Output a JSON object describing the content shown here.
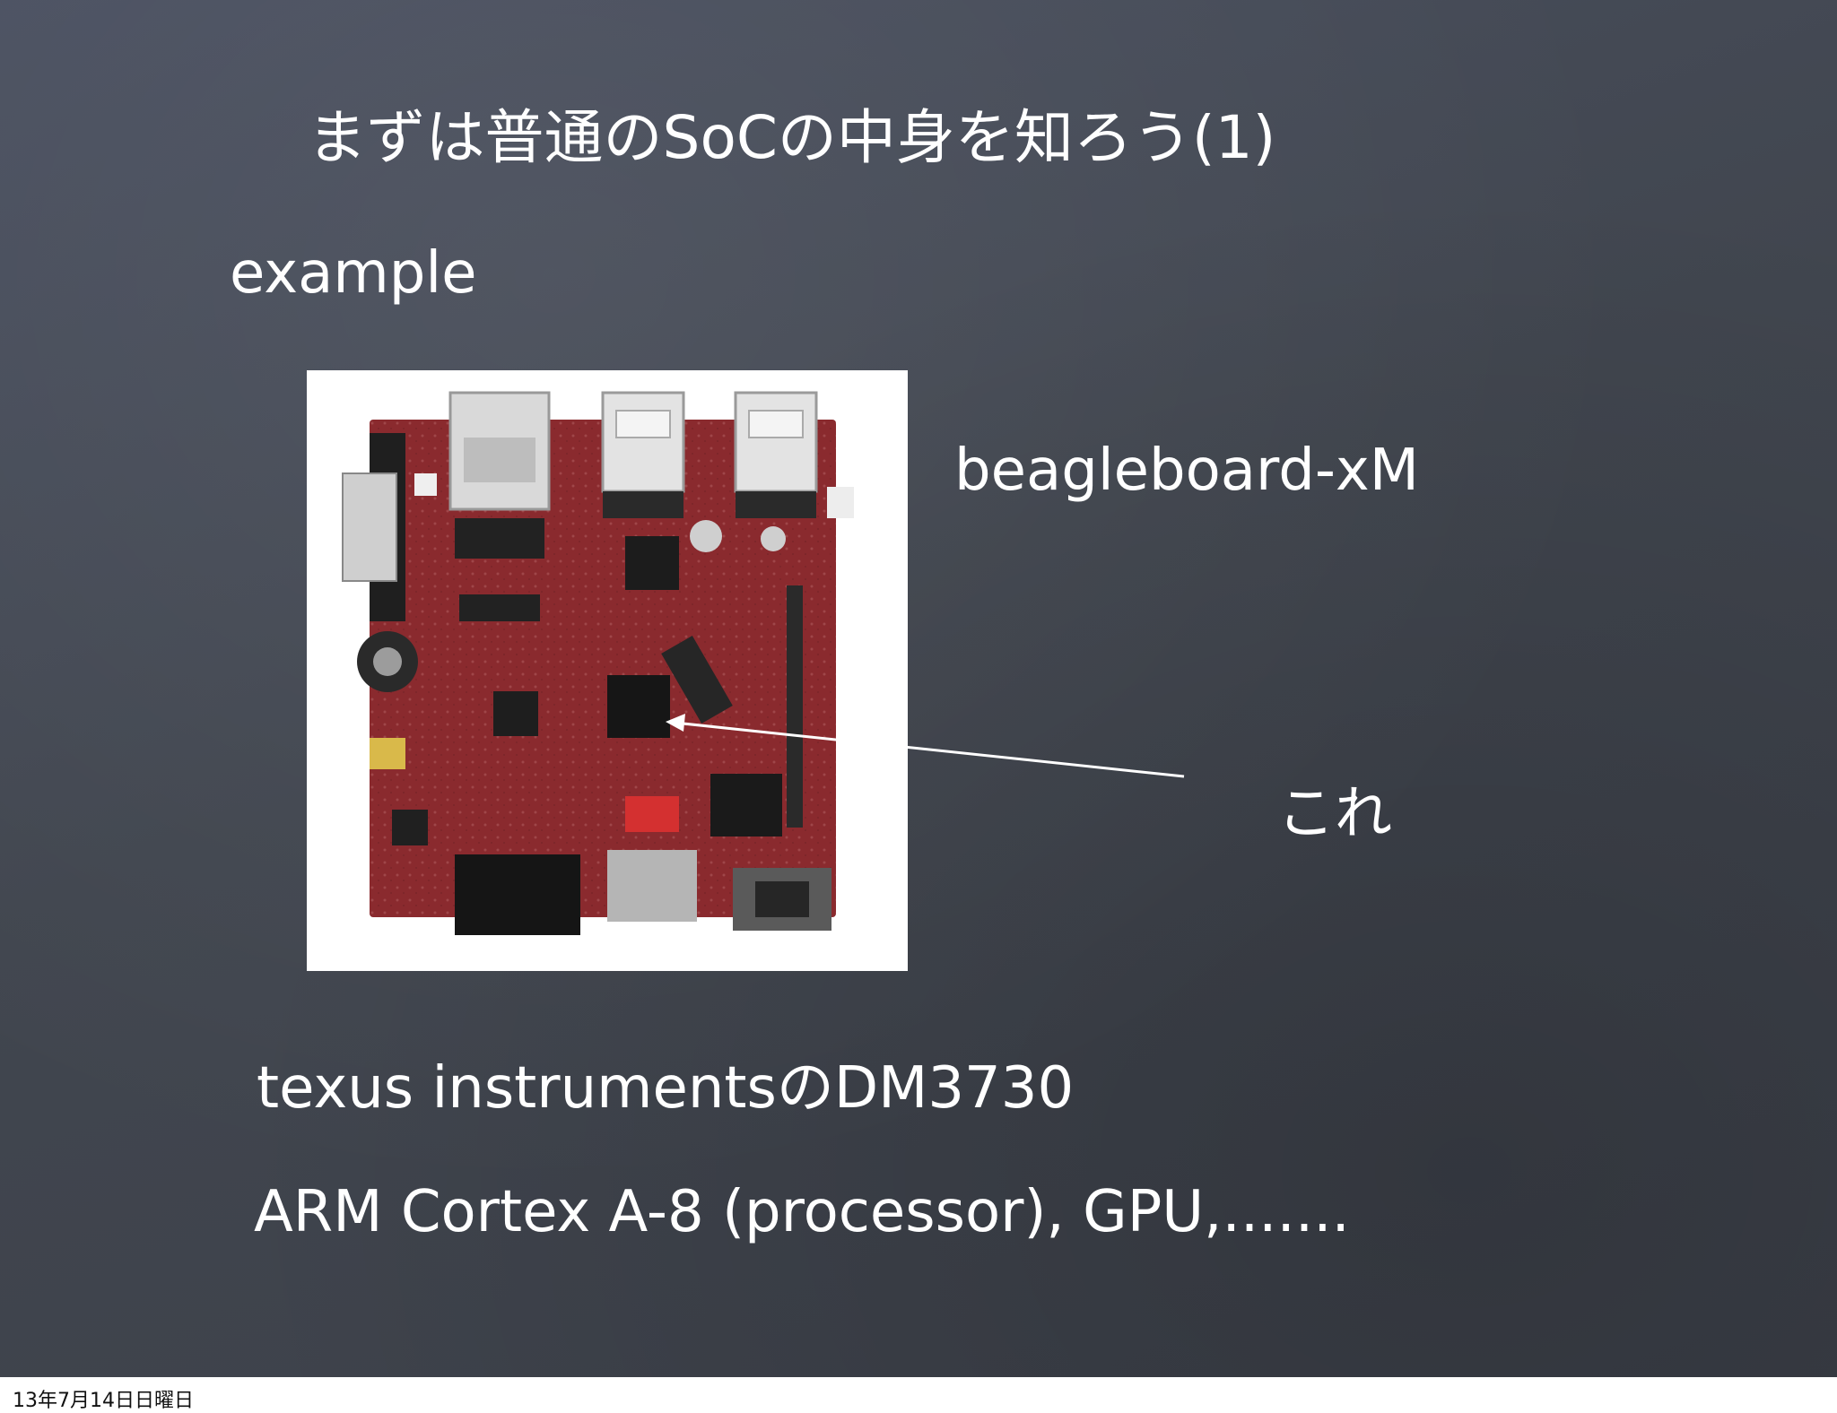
{
  "slide": {
    "title": "まずは普通のSoCの中身を知ろう(1)",
    "example_label": "example",
    "board_name": "beagleboard-xM",
    "pointer_label": "これ",
    "line1": "texus instrumentsのDM3730",
    "line2": "ARM Cortex A-8 (processor), GPU,.......",
    "photo_icon": "circuit-board-photo"
  },
  "footer": {
    "date": "13年7月14日日曜日"
  },
  "colors": {
    "background": "#444953",
    "text": "#ffffff",
    "board": "#8a2a2e"
  }
}
